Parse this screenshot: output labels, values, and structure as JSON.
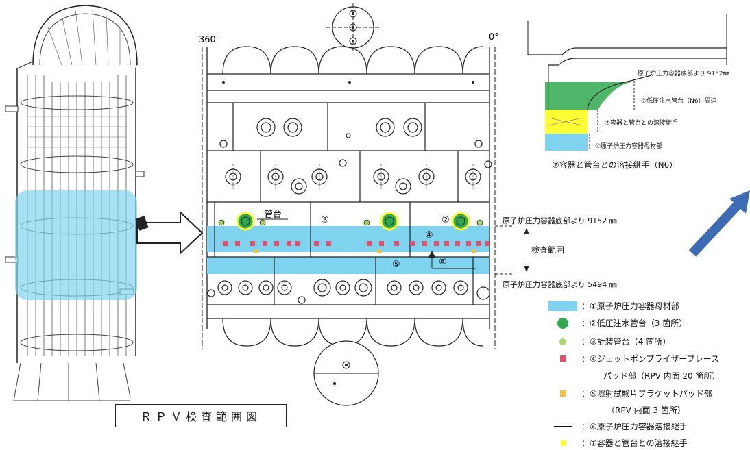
{
  "scan_labels": {
    "deg_left": "360°",
    "deg_right": "0°",
    "nozzle": "管台",
    "circle2": "②",
    "circle3": "③",
    "circle4": "④",
    "circle5": "⑤",
    "circle6": "⑥",
    "dim_top": "原子炉圧力容器底部より 9152 ㎜",
    "dim_range": "検査範囲",
    "dim_bottom": "原子炉圧力容器底部より 5494 ㎜"
  },
  "detail": {
    "dim_top": "原子炉圧力容器底部より 9152㎜",
    "label7": "⑦低圧注水管台（N6）周辺",
    "label_weld": "⑦容器と管台との溶接継手",
    "label_base": "①原子炉圧力容器母材部",
    "caption": "⑦容器と管台との溶接継手（N6）"
  },
  "legend": [
    {
      "text": "：①原子炉圧力容器母材部"
    },
    {
      "text": "：②低圧注水管台（3 箇所）"
    },
    {
      "text": "：③計装管台（4 箇所）"
    },
    {
      "text": "：④ジェットポンプライザーブレース"
    },
    {
      "text": "パッド部（RPV 内面 20 箇所）"
    },
    {
      "text": "：⑤照射試験片ブラケットパッド部"
    },
    {
      "text": "（RPV 内面 3 箇所）"
    },
    {
      "text": "：⑥原子炉圧力容器溶接継手"
    },
    {
      "text": "：⑦容器と管台との溶接継手"
    }
  ],
  "caption": "ＲＰＶ検査範囲図",
  "colors": {
    "base_metal": "#7fd3ee",
    "lpci_nozzle": "#2fa84f",
    "instr_nozzle": "#a8d86a",
    "jet_pad": "#e0506a",
    "bracket_pad": "#f2c04a",
    "weld_line": "#111111",
    "weld_joint": "#ffff33",
    "arrow_blue": "#3d6cb5"
  }
}
